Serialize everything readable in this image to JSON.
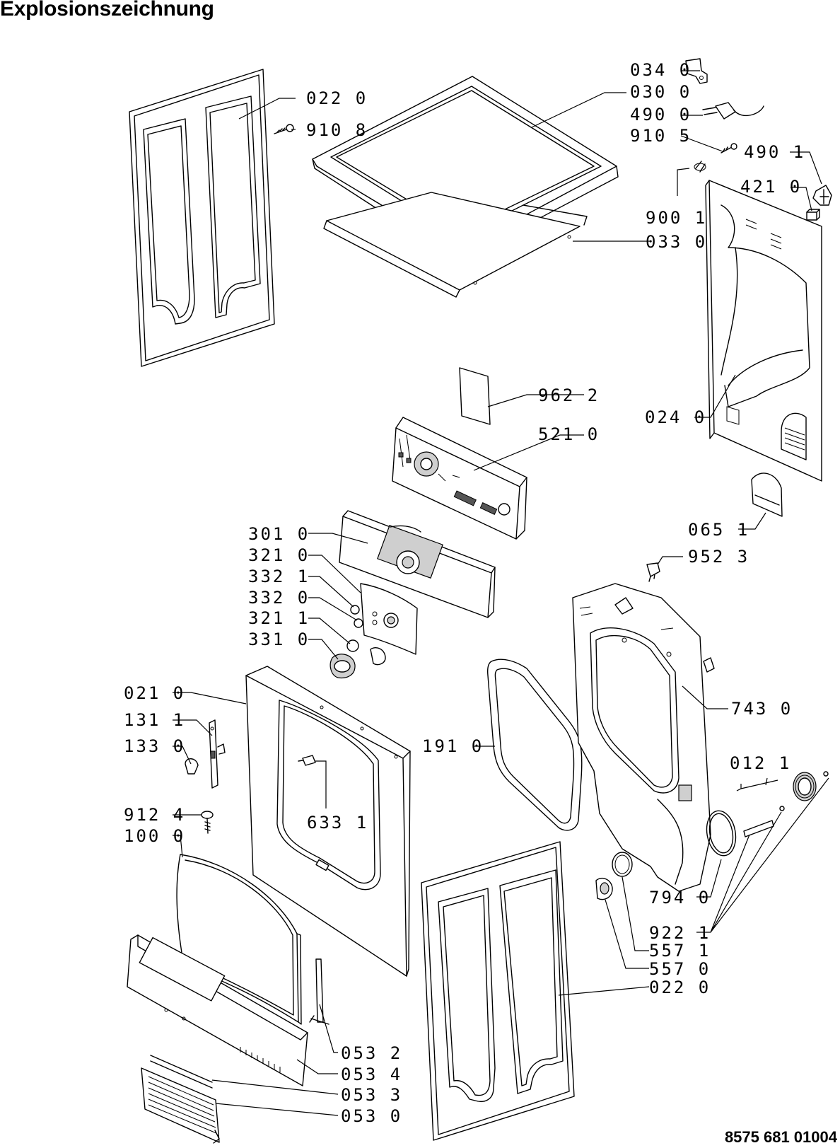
{
  "title": "Explosionszeichnung",
  "document_number": "8575 681 01004",
  "parts": [
    {
      "id": "side-panel-left",
      "label": "022 0"
    },
    {
      "id": "screw-910-8",
      "label": "910 8"
    },
    {
      "id": "bracket-034",
      "label": "034 0"
    },
    {
      "id": "top-cover",
      "label": "030 0"
    },
    {
      "id": "power-cord",
      "label": "490 0"
    },
    {
      "id": "screw-910-5",
      "label": "910 5"
    },
    {
      "id": "cord-clamp",
      "label": "490 1"
    },
    {
      "id": "connector-421",
      "label": "421 0"
    },
    {
      "id": "clip-900",
      "label": "900 1"
    },
    {
      "id": "top-plate",
      "label": "033 0"
    },
    {
      "id": "label-962",
      "label": "962 2"
    },
    {
      "id": "back-panel",
      "label": "024 0"
    },
    {
      "id": "control-board",
      "label": "521 0"
    },
    {
      "id": "cover-065",
      "label": "065 1"
    },
    {
      "id": "control-panel",
      "label": "301 0"
    },
    {
      "id": "foot-952",
      "label": "952 3"
    },
    {
      "id": "panel-insert",
      "label": "321 0"
    },
    {
      "id": "button-332-1",
      "label": "332 1"
    },
    {
      "id": "button-332-0",
      "label": "332 0"
    },
    {
      "id": "insert-321-1",
      "label": "321 1"
    },
    {
      "id": "knob-331",
      "label": "331 0"
    },
    {
      "id": "front-panel",
      "label": "021 0"
    },
    {
      "id": "door-seal",
      "label": "191 0"
    },
    {
      "id": "rear-bulkhead",
      "label": "743 0"
    },
    {
      "id": "hinge-131",
      "label": "131 1"
    },
    {
      "id": "hinge-pin-133",
      "label": "133 0"
    },
    {
      "id": "latch-633",
      "label": "633 1"
    },
    {
      "id": "axle-012",
      "label": "012 1"
    },
    {
      "id": "screw-912-4",
      "label": "912 4"
    },
    {
      "id": "door",
      "label": "100 0"
    },
    {
      "id": "seal-794",
      "label": "794 0"
    },
    {
      "id": "clip-922",
      "label": "922 1"
    },
    {
      "id": "ring-557-1",
      "label": "557 1"
    },
    {
      "id": "bearing-557",
      "label": "557 0"
    },
    {
      "id": "side-panel-right",
      "label": "022 0"
    },
    {
      "id": "bracket-053-2",
      "label": "053 2"
    },
    {
      "id": "plinth-053-4",
      "label": "053 4"
    },
    {
      "id": "filter-053-3",
      "label": "053 3"
    },
    {
      "id": "grille-053",
      "label": "053 0"
    }
  ]
}
